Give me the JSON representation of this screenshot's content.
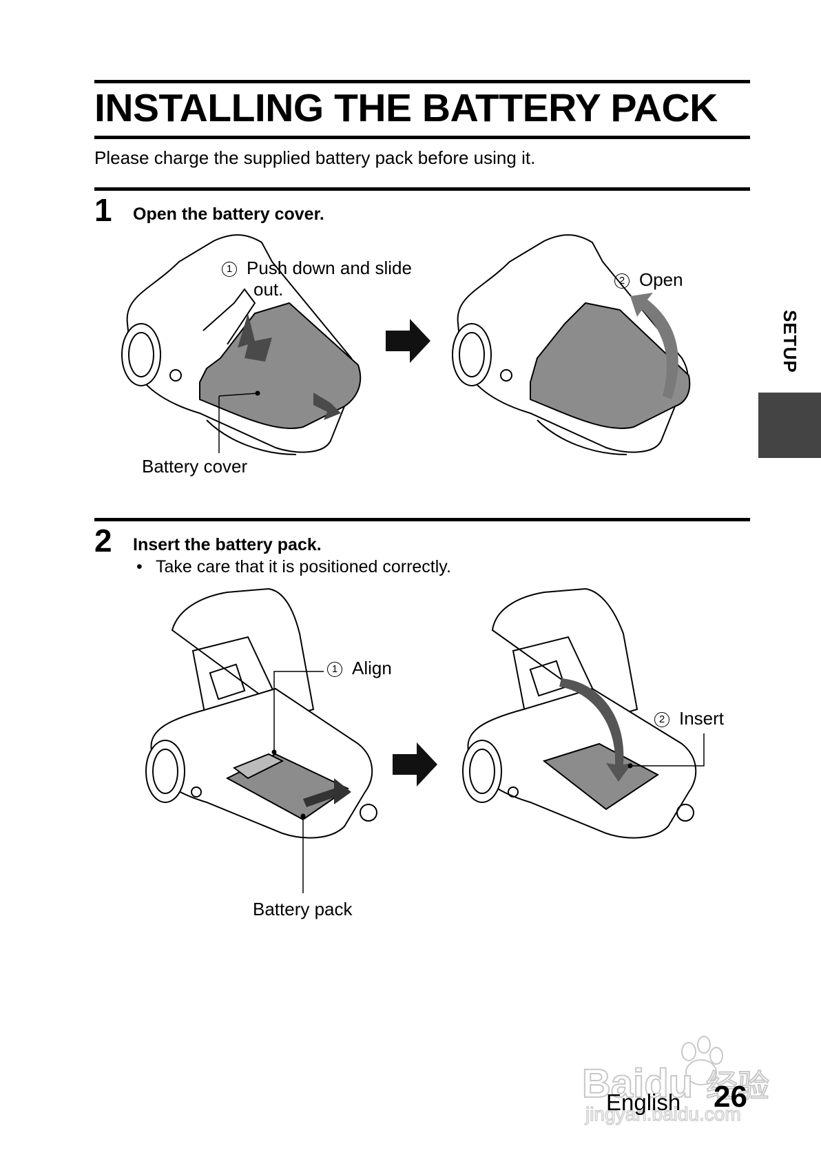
{
  "page": {
    "title": "INSTALLING THE BATTERY PACK",
    "intro": "Please charge the supplied battery pack before using it."
  },
  "side_tab": {
    "label": "SETUP",
    "color": "#444444"
  },
  "steps": [
    {
      "number": "1",
      "title": "Open the battery cover.",
      "callouts": [
        {
          "marker": "1",
          "text_line1": "Push down and slide",
          "text_line2": "out."
        },
        {
          "marker": "2",
          "text": "Open"
        }
      ],
      "part_label": "Battery cover"
    },
    {
      "number": "2",
      "title": "Insert the battery pack.",
      "bullet": "Take care that it is positioned correctly.",
      "callouts": [
        {
          "marker": "1",
          "text": "Align"
        },
        {
          "marker": "2",
          "text": "Insert"
        }
      ],
      "part_label": "Battery pack"
    }
  ],
  "footer": {
    "language": "English",
    "page_number": "26"
  },
  "watermark": {
    "brand": "Baidu",
    "chinese": "经验",
    "url": "jingyan.baidu.com"
  }
}
